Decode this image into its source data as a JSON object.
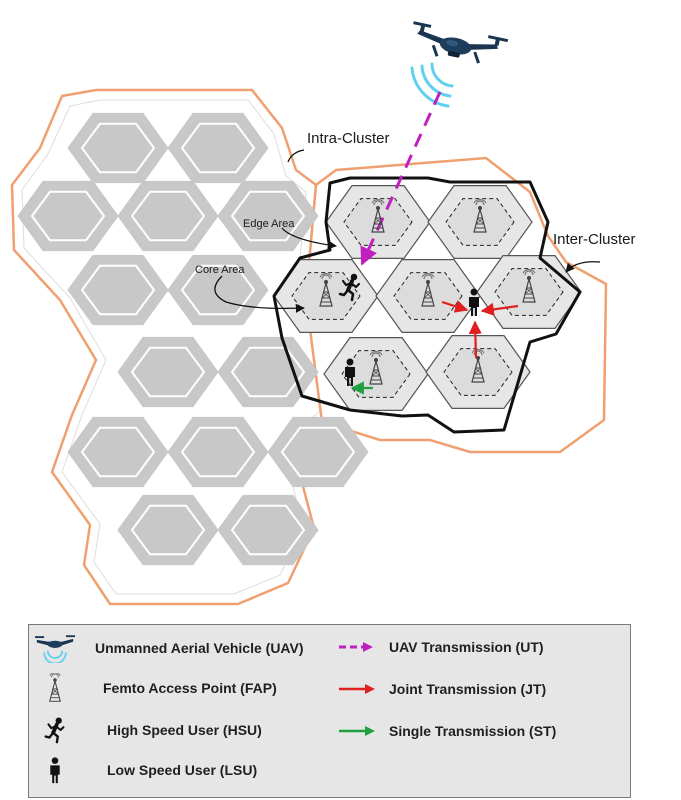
{
  "labels": {
    "intra_cluster": "Intra-Cluster",
    "inter_cluster": "Inter-Cluster",
    "edge_area": "Edge Area",
    "core_area": "Core Area"
  },
  "legend": {
    "uav": "Unmanned Aerial Vehicle (UAV)",
    "fap": "Femto Access Point (FAP)",
    "hsu": "High Speed User (HSU)",
    "lsu": "Low Speed User (LSU)",
    "ut": "UAV Transmission (UT)",
    "jt": "Joint Transmission (JT)",
    "st": "Single Transmission (ST)"
  },
  "colors": {
    "cluster_outline": "#f0a070",
    "gray_cell": "#c8c8c8",
    "active_cell": "#e6e6e6",
    "uav_transmission": "#c020c0",
    "joint_transmission": "#e02020",
    "single_transmission": "#20a040",
    "uav_body": "#1a3550",
    "signal": "#60d0f0"
  },
  "icons": [
    "drone-icon",
    "antenna-icon",
    "runner-icon",
    "person-icon"
  ]
}
